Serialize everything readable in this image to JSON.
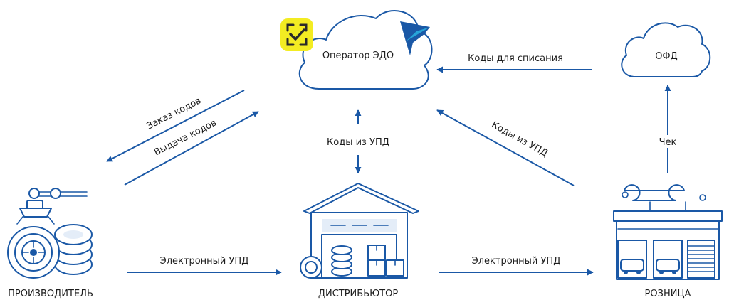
{
  "nodes": {
    "edo": "Оператор ЭДО",
    "ofd": "ОФД",
    "manufacturer": "ПРОИЗВОДИТЕЛЬ",
    "distributor": "ДИСТРИБЬЮТОР",
    "retail": "РОЗНИЦА"
  },
  "edges": {
    "order_codes": "Заказ кодов",
    "issue_codes": "Выдача кодов",
    "codes_from_upd_center": "Коды из УПД",
    "codes_from_upd_right": "Коды из УПД",
    "codes_write_off": "Коды для списания",
    "receipt": "Чек",
    "edo_upd_left": "Электронный УПД",
    "edo_upd_right": "Электронный УПД"
  },
  "colors": {
    "line": "#1a58a6",
    "logo_yellow": "#f3ec22",
    "text": "#1d1d1d"
  },
  "icons": [
    "check-logo-icon",
    "bird-logo-icon",
    "robot-arm-icon",
    "tires-icon",
    "warehouse-icon",
    "store-icon",
    "wrench-icon",
    "cloud-icon"
  ]
}
